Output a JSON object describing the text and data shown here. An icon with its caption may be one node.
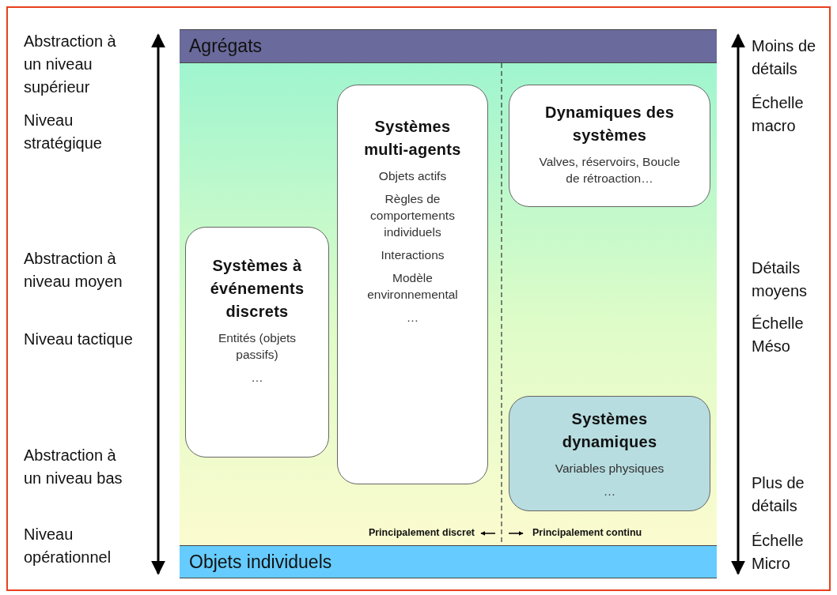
{
  "diagram": {
    "nodes": [
      {
        "text": [
          "Agrégats"
        ]
      },
      {
        "text": [
          "Objets individuels"
        ]
      },
      {
        "text": [
          "Systèmes à événements discrets",
          "Entités (objets passifs)",
          "…"
        ]
      },
      {
        "text": [
          "Systèmes multi-agents",
          "Objets actifs",
          "Règles de comportements individuels",
          "Interactions",
          "Modèle environnemental",
          "…"
        ]
      },
      {
        "text": [
          "Dynamiques des systèmes",
          "Valves, réservoirs, Boucle de rétroaction…"
        ]
      },
      {
        "text": [
          "Systèmes dynamiques",
          "Variables physiques",
          "…"
        ]
      }
    ],
    "edges": [],
    "labels": [
      "Abstraction à un niveau supérieur",
      "Niveau stratégique",
      "Abstraction à niveau moyen",
      "Niveau tactique",
      "Abstraction à un niveau bas",
      "Niveau opérationnel",
      "Moins de détails",
      "Échelle macro",
      "Détails moyens",
      "Échelle Méso",
      "Plus de détails",
      "Échelle Micro",
      "Principalement discret",
      "Principalement continu"
    ]
  }
}
